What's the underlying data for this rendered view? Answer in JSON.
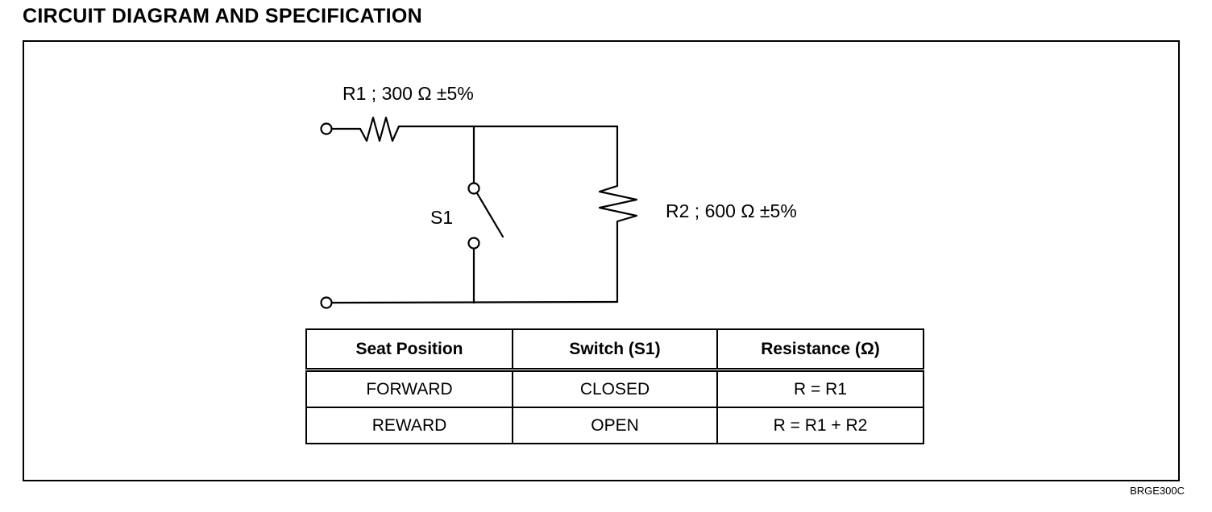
{
  "title": "CIRCUIT DIAGRAM AND SPECIFICATION",
  "circuit": {
    "r1_label": "R1 ; 300 Ω ±5%",
    "r2_label": "R2 ; 600 Ω ±5%",
    "switch_label": "S1"
  },
  "table": {
    "headers": [
      "Seat Position",
      "Switch (S1)",
      "Resistance (Ω)"
    ],
    "rows": [
      [
        "FORWARD",
        "CLOSED",
        "R = R1"
      ],
      [
        "REWARD",
        "OPEN",
        "R = R1 + R2"
      ]
    ]
  },
  "footer_code": "BRGE300C"
}
